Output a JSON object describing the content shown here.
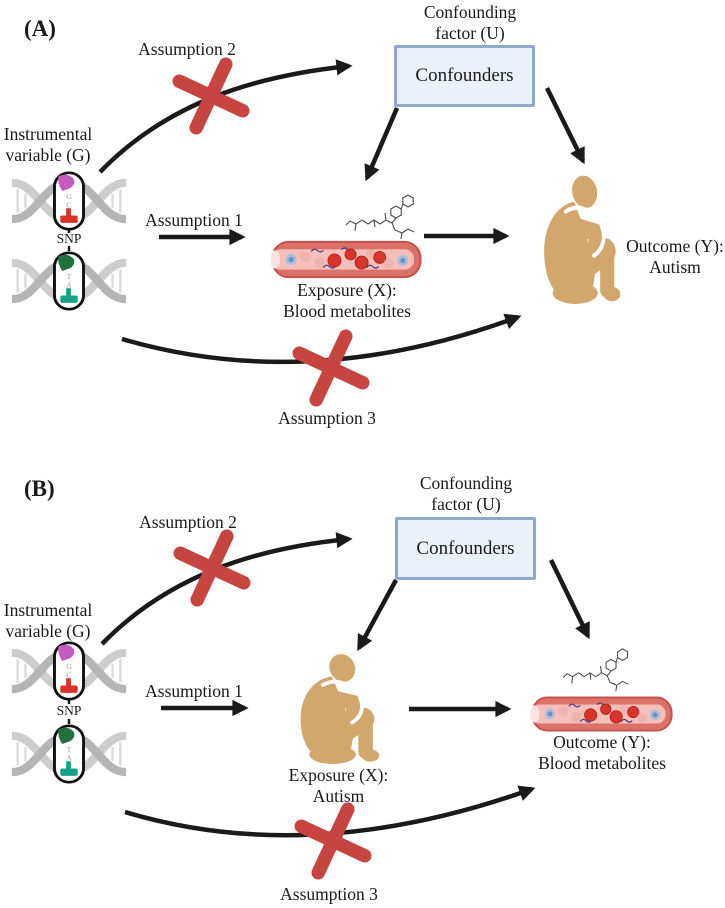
{
  "figure": {
    "panels": [
      {
        "label": "(A)",
        "assumption1": "Assumption 1",
        "assumption2": "Assumption 2",
        "assumption3": "Assumption 3",
        "confounding_factor_line1": "Confounding",
        "confounding_factor_line2": "factor (U)",
        "confounders": "Confounders",
        "iv_line1": "Instrumental",
        "iv_line2": "variable (G)",
        "snp": "SNP",
        "exposure_line1": "Exposure (X):",
        "exposure_line2": "Blood metabolites",
        "outcome_line1": "Outcome (Y):",
        "outcome_line2": "Autism"
      },
      {
        "label": "(B)",
        "assumption1": "Assumption 1",
        "assumption2": "Assumption 2",
        "assumption3": "Assumption 3",
        "confounding_factor_line1": "Confounding",
        "confounding_factor_line2": "factor (U)",
        "confounders": "Confounders",
        "iv_line1": "Instrumental",
        "iv_line2": "variable (G)",
        "snp": "SNP",
        "exposure_line1": "Exposure (X):",
        "exposure_line2": "Autism",
        "outcome_line1": "Outcome (Y):",
        "outcome_line2": "Blood metabolites"
      }
    ],
    "snp_variants": [
      {
        "top_base": "G",
        "bottom_base": "C"
      },
      {
        "top_base": "T",
        "bottom_base": "A"
      }
    ]
  },
  "icons": {
    "dna": "dna-helix-snp-icon",
    "person": "hunched-person-icon",
    "vessel": "blood-vessel-icon",
    "molecule": "chemical-structure-icon",
    "cross": "red-x-icon",
    "arrow": "black-arrow-icon"
  },
  "colors": {
    "cross": "#C74541",
    "arrow": "#1A1A1A",
    "confounders_box_fill": "#EAF1F8",
    "confounders_box_border": "#8FA9CE",
    "person": "#D2A76D",
    "vessel_wall": "#DB7168",
    "vessel_lumen": "#F6C0BA",
    "red_blood_cell": "#D8342C",
    "pale_blood_cell": "#EFB3AD",
    "blue_cell": "#A9BEDC",
    "dna_strand": "#BDBDBD",
    "snp_top_1": "#C45CC0",
    "snp_bottom_1": "#D93327",
    "snp_top_2": "#20713B",
    "snp_bottom_2": "#17A287"
  }
}
